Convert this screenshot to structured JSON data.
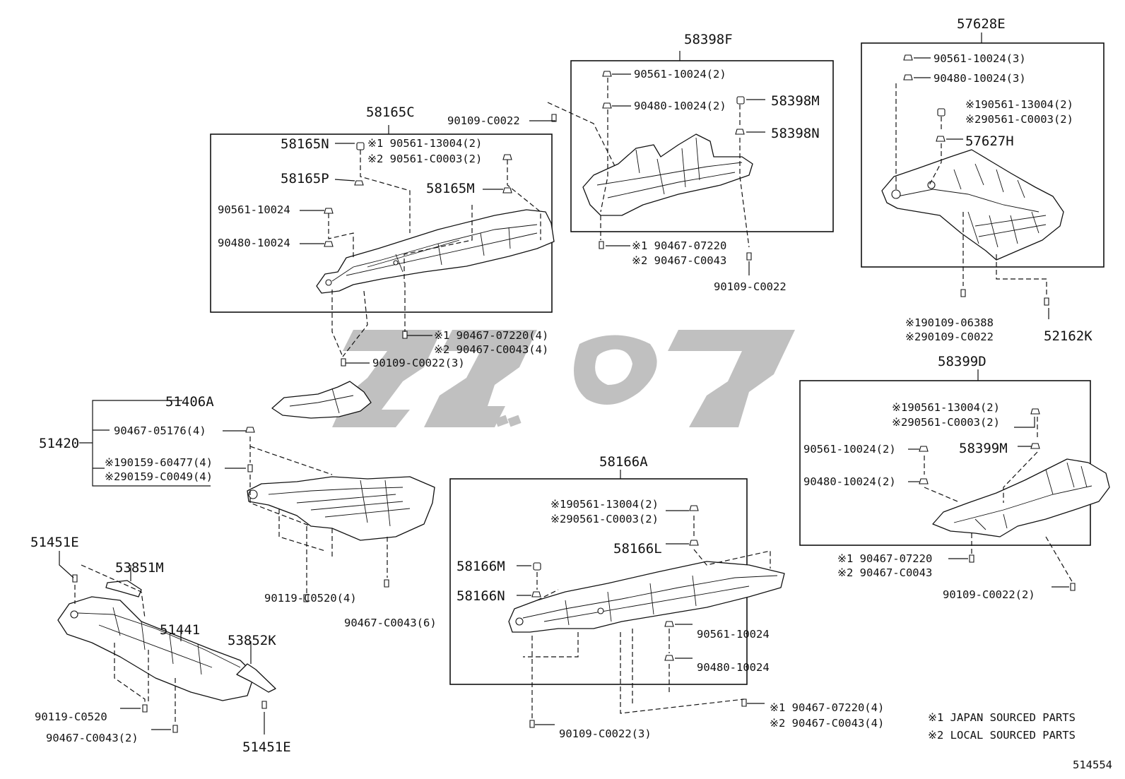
{
  "diagram_number": "514554",
  "legend": {
    "japan": "※1 JAPAN SOURCED PARTS",
    "local": "※2 LOCAL SOURCED PARTS"
  },
  "labels": {
    "p58165c": "58165C",
    "p58165n": "58165N",
    "c58165_j": "※1 90561-13004(2)",
    "c58165_l": "※2 90561-C0003(2)",
    "p58165p": "58165P",
    "p58165m": "58165M",
    "n90561_a": "90561-10024",
    "n90480_a": "90480-10024",
    "s90467_a1": "※1 90467-07220(4)",
    "s90467_a2": "※2 90467-C0043(4)",
    "b90109_3a": "90109-C0022(3)",
    "b90109_a": "90109-C0022",
    "p58398f": "58398F",
    "n90561_2b": "90561-10024(2)",
    "n90480_2b": "90480-10024(2)",
    "p58398m": "58398M",
    "p58398n": "58398N",
    "s90467_b1": "※1 90467-07220",
    "s90467_b2": "※2 90467-C0043",
    "b90109_b": "90109-C0022",
    "p57628e": "57628E",
    "n90561_3": "90561-10024(3)",
    "n90480_3": "90480-10024(3)",
    "c57628_j": "※190561-13004(2)",
    "c57628_l": "※290561-C0003(2)",
    "p57627h": "57627H",
    "b90109_06388": "※190109-06388",
    "b90109_c": "※290109-C0022",
    "p52162k": "52162K",
    "p58399d": "58399D",
    "c58399_j": "※190561-13004(2)",
    "c58399_l": "※290561-C0003(2)",
    "n90561_2d": "90561-10024(2)",
    "p58399m": "58399M",
    "n90480_2d": "90480-10024(2)",
    "s90467_d1": "※1 90467-07220",
    "s90467_d2": "※2 90467-C0043",
    "b90109_2d": "90109-C0022(2)",
    "p51406a": "51406A",
    "p51420": "51420",
    "s90467_05176": "90467-05176(4)",
    "s90159_a": "※190159-60477(4)",
    "s90159_b": "※290159-C0049(4)",
    "s90119_4": "90119-C0520(4)",
    "s90467_6": "90467-C0043(6)",
    "p51451e_a": "51451E",
    "p53851m": "53851M",
    "p51441": "51441",
    "p53852k": "53852K",
    "s90119_1": "90119-C0520",
    "s90467_2": "90467-C0043(2)",
    "p51451e_b": "51451E",
    "p58166a": "58166A",
    "c58166_j": "※190561-13004(2)",
    "c58166_l": "※290561-C0003(2)",
    "p58166l": "58166L",
    "p58166m": "58166M",
    "p58166n": "58166N",
    "n90561_e": "90561-10024",
    "n90480_e": "90480-10024",
    "s90467_e1": "※1 90467-07220(4)",
    "s90467_e2": "※2 90467-C0043(4)",
    "b90109_3e": "90109-C0022(3)"
  }
}
